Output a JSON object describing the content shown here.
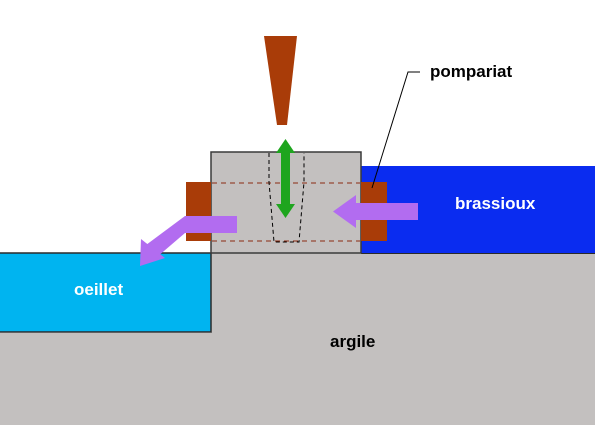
{
  "labels": {
    "pompariat": "pompariat",
    "brassioux": "brassioux",
    "oeillet": "oeillet",
    "argile": "argile"
  },
  "colors": {
    "background": "#ffffff",
    "clay": "#c3c0bf",
    "clay_edge": "#3a3a3a",
    "oeillet_water": "#00b4f0",
    "brassioux_water": "#0a2cf0",
    "wood": "#a93c08",
    "flow_arrow": "#b26cf0",
    "motion_arrow": "#1ea51e"
  },
  "icons": {
    "motion": "up-down-arrow-icon",
    "flow": "flow-arrow-icon"
  }
}
